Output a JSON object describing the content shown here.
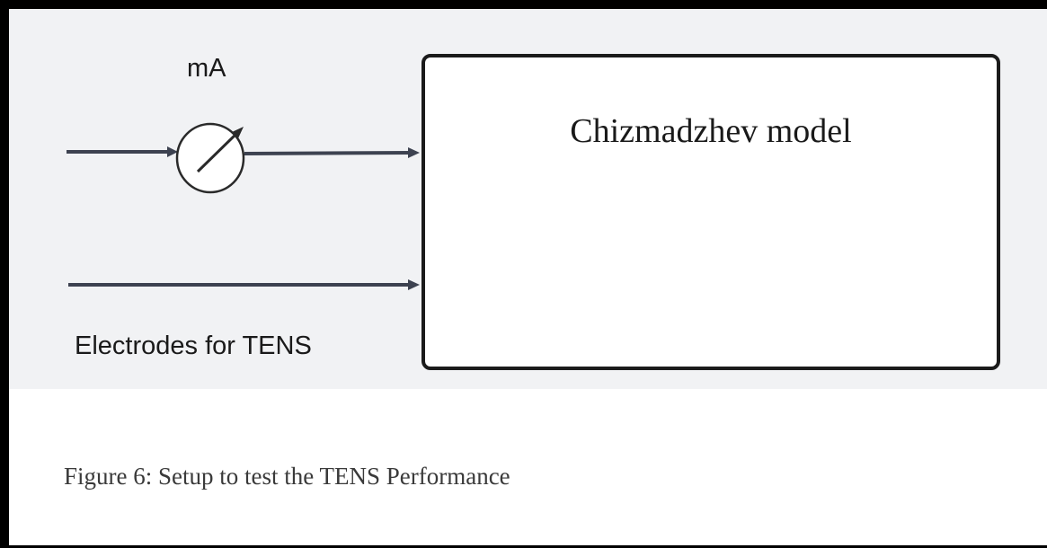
{
  "diagram": {
    "meter_label": "mA",
    "electrodes_label": "Electrodes for TENS",
    "model_box_title": "Chizmadzhev model"
  },
  "caption": "Figure 6: Setup to test the TENS Performance",
  "colors": {
    "background": "#f1f2f4",
    "wire": "#3d4250",
    "box_border": "#1b1b1b"
  },
  "icons": [
    "ammeter-icon",
    "arrow-head-icon"
  ]
}
